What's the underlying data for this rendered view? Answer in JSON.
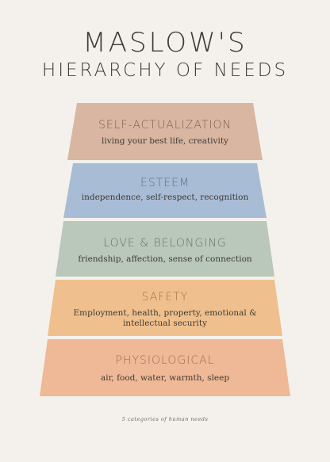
{
  "title_line1": "MASLOW'S",
  "title_line2": "HIERARCHY OF NEEDS",
  "tiers": [
    {
      "name": "SELF-ACTUALIZATION",
      "description": "living your best life, creativity",
      "fill": "#d8b6a2",
      "text_color": "#7e5e4f"
    },
    {
      "name": "ESTEEM",
      "description": "independence, self-respect, recognition",
      "fill": "#a9bcd6",
      "text_color": "#5d6f86"
    },
    {
      "name": "LOVE & BELONGING",
      "description": "friendship, affection, sense of connection",
      "fill": "#b9c8bb",
      "text_color": "#627364"
    },
    {
      "name": "SAFETY",
      "description": "Employment, health, property, emotional & intellectual security",
      "fill": "#efc08d",
      "text_color": "#a9703f"
    },
    {
      "name": "PHYSIOLOGICAL",
      "description": "air, food, water, warmth, sleep",
      "fill": "#efb896",
      "text_color": "#a56a4a"
    }
  ],
  "footnote": "5 categories of human needs"
}
